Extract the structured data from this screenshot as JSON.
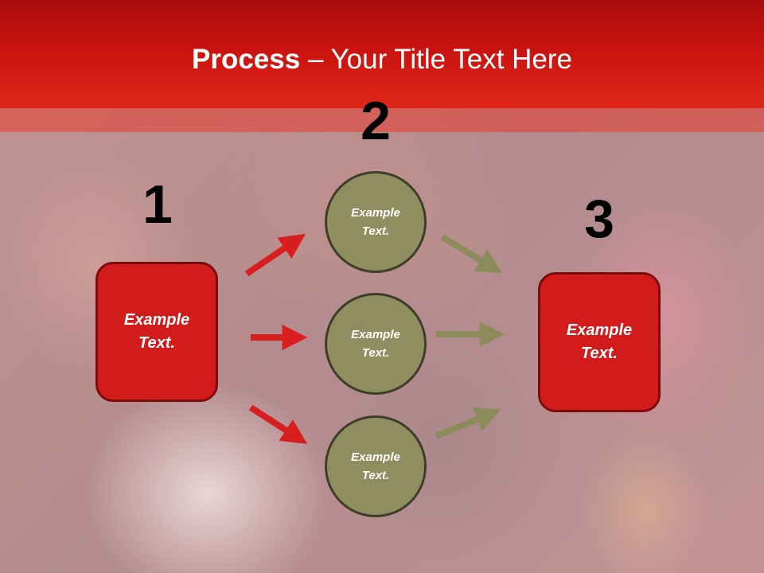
{
  "slide": {
    "title_bold": "Process",
    "title_rest": " – Your Title Text Here",
    "steps": [
      {
        "number": "1",
        "label": "Example\nText."
      },
      {
        "number": "2",
        "label": "Example\nText."
      },
      {
        "number": "3",
        "label": "Example\nText."
      }
    ],
    "circles": [
      {
        "label": "Example\nText."
      },
      {
        "label": "Example\nText."
      },
      {
        "label": "Example\nText."
      }
    ]
  },
  "colors": {
    "header_red": "#c9130f",
    "box_red": "#d21b1b",
    "circle_olive": "#8f8e60",
    "arrow_red": "#d81f1f",
    "arrow_olive": "#8b8b5c"
  }
}
